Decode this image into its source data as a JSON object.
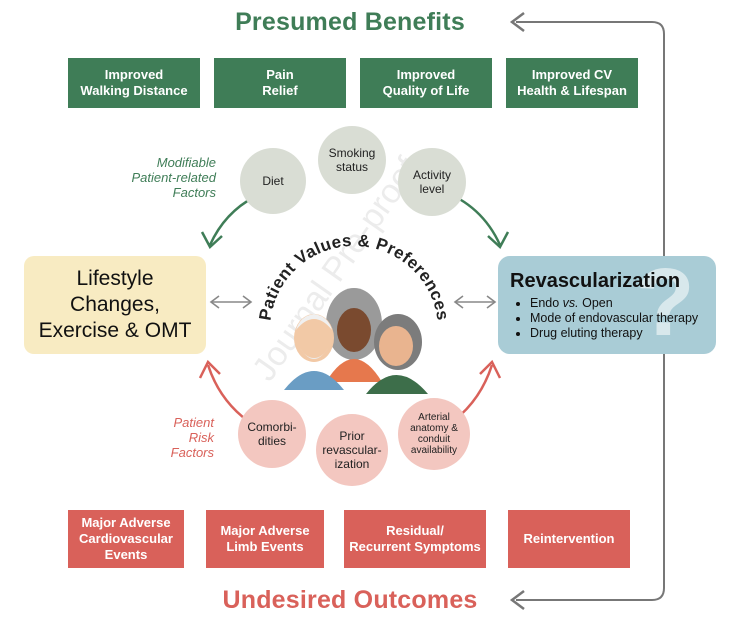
{
  "headings": {
    "benefits": "Presumed Benefits",
    "outcomes": "Undesired Outcomes"
  },
  "benefits": [
    "Improved\nWalking Distance",
    "Pain\nRelief",
    "Improved\nQuality of Life",
    "Improved CV\nHealth & Lifespan"
  ],
  "modifiable_factors": {
    "label": "Modifiable\nPatient-related\nFactors",
    "items": [
      "Diet",
      "Smoking\nstatus",
      "Activity\nlevel"
    ]
  },
  "risk_factors": {
    "label": "Patient\nRisk\nFactors",
    "items": [
      "Comorbi-\ndities",
      "Prior\nrevascular-\nization",
      "Arterial\nanatomy &\nconduit\navailability"
    ]
  },
  "center": {
    "arc_text": "Patient Values & Preferences"
  },
  "lifestyle": "Lifestyle\nChanges,\nExercise & OMT",
  "revascularization": {
    "title": "Revascularization",
    "items": [
      "Endo vs. Open",
      "Mode of endovascular therapy",
      "Drug eluting therapy"
    ],
    "item0_pre": "Endo ",
    "item0_em": "vs.",
    "item0_post": " Open"
  },
  "outcomes": [
    "Major Adverse\nCardiovascular\nEvents",
    "Major Adverse\nLimb Events",
    "Residual/\nRecurrent Symptoms",
    "Reintervention"
  ],
  "watermark": "Journal Pre-proof",
  "colors": {
    "green": "#3f7d57",
    "red": "#d9615a",
    "lifestyle_bg": "#f8ebc2",
    "revasc_bg": "#a9ccd6",
    "green_circle": "#d9ddd4",
    "red_circle": "#f3c7c0"
  }
}
